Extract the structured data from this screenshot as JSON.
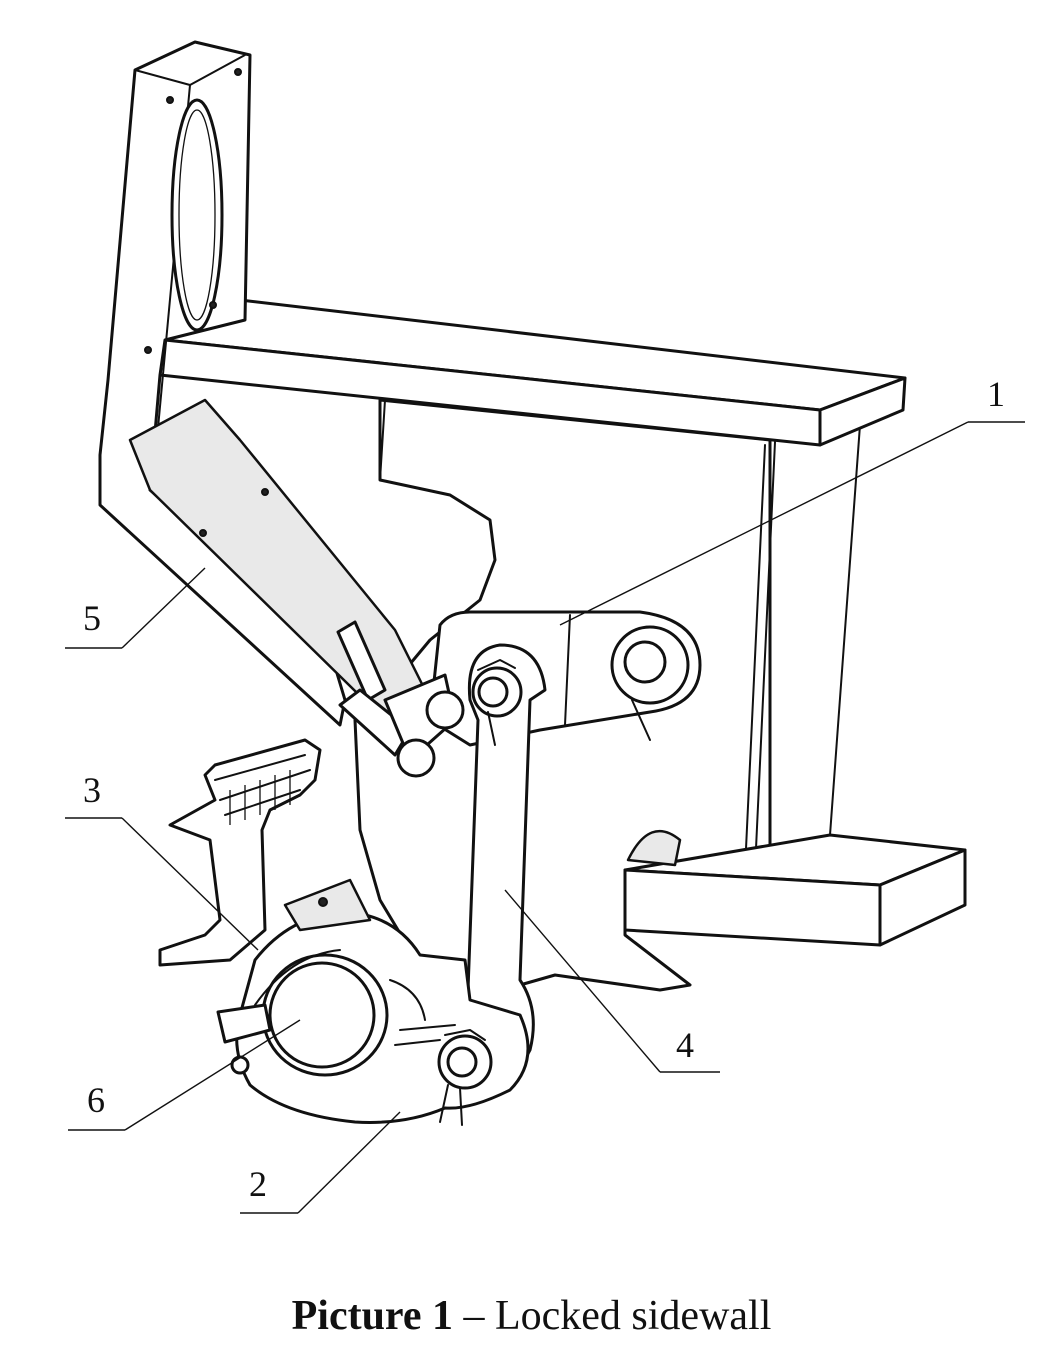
{
  "figure": {
    "callouts": [
      {
        "id": "1",
        "text": "1"
      },
      {
        "id": "2",
        "text": "2"
      },
      {
        "id": "3",
        "text": "3"
      },
      {
        "id": "4",
        "text": "4"
      },
      {
        "id": "5",
        "text": "5"
      },
      {
        "id": "6",
        "text": "6"
      }
    ],
    "caption": {
      "prefix": "Picture 1",
      "separator": " – ",
      "title": "Locked sidewall"
    }
  }
}
